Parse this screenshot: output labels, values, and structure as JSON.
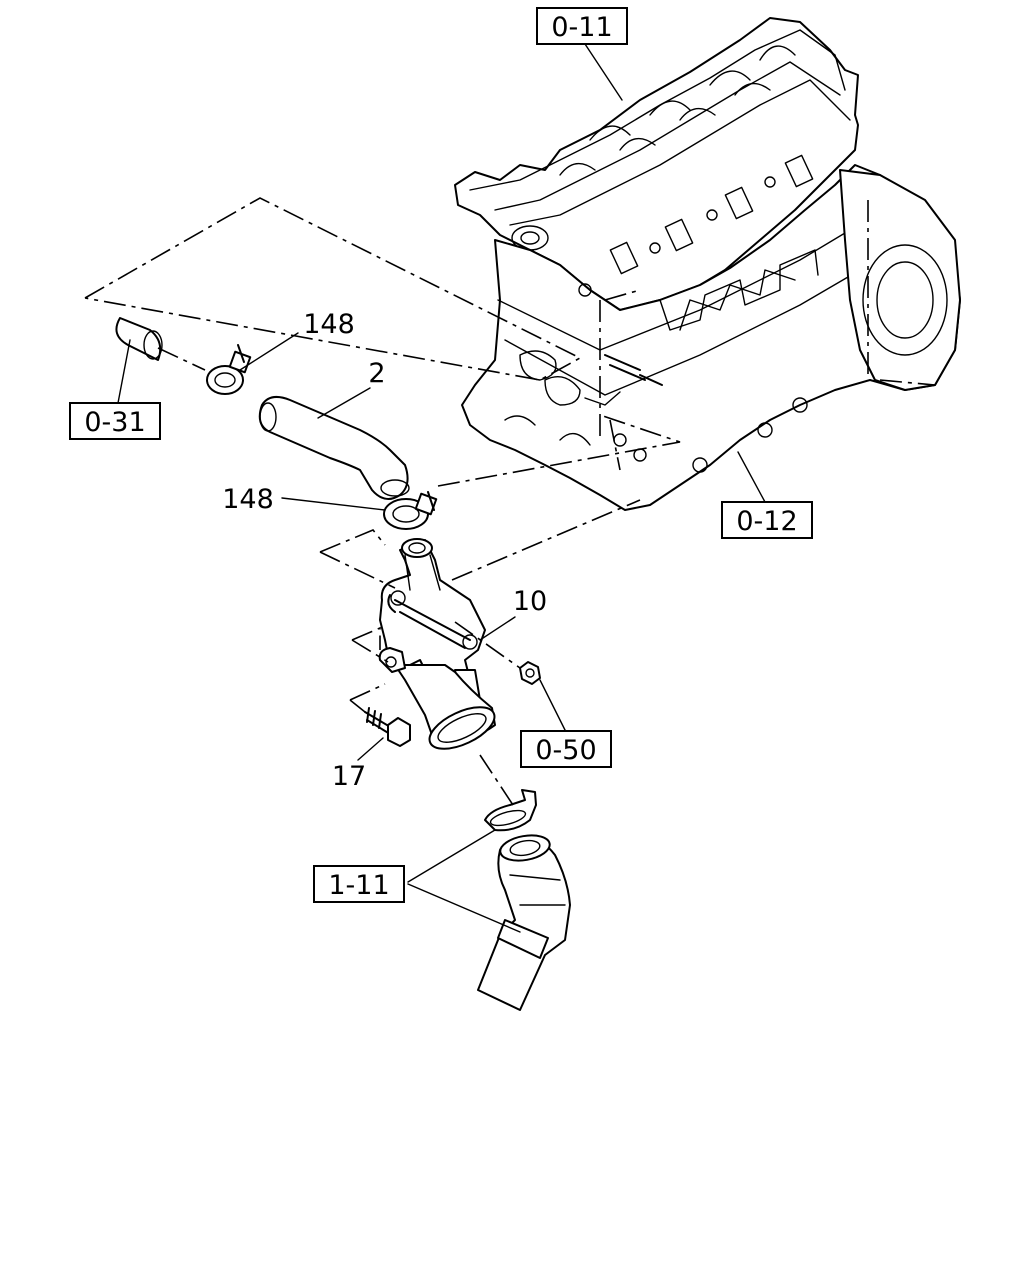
{
  "part_numbers": {
    "hose_upper": "2",
    "thermostat_housing": "10",
    "bolt": "17",
    "clamp_upper": "148",
    "clamp_lower": "148"
  },
  "references": {
    "cylinder_head": "0-11",
    "cylinder_block": "0-12",
    "pipe": "0-31",
    "nut": "0-50",
    "radiator_hose": "1-11"
  }
}
